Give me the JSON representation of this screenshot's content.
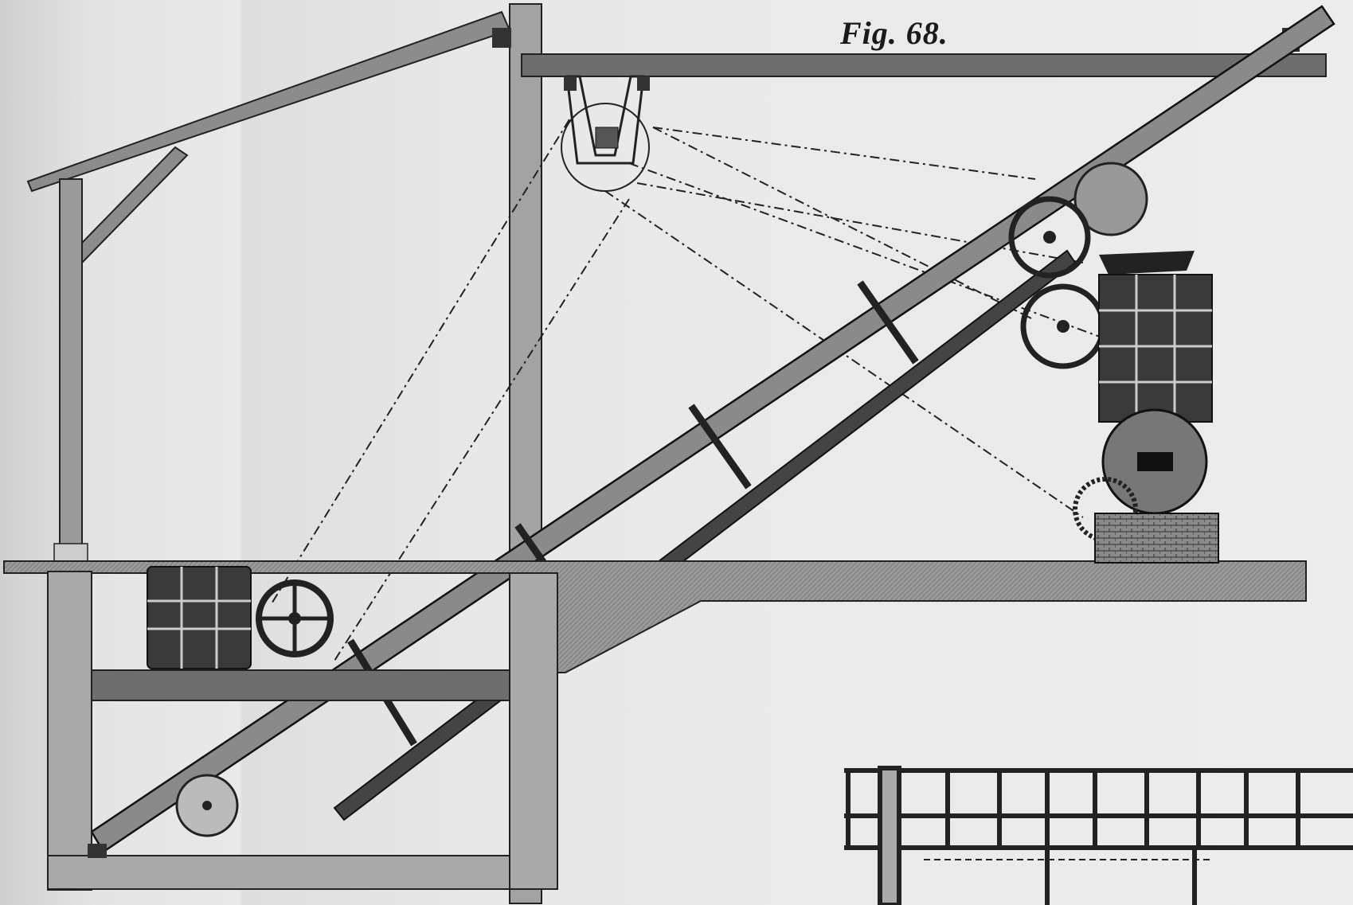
{
  "figure": {
    "caption": "Fig. 68.",
    "type": "engineering illustration",
    "description": "Inclined conveyor elevator carrying material from a machine in a lower pit up to a machine on the upper floor, driven by belts from an overhead countershaft pulley"
  },
  "colors": {
    "paper": "#e8e8e8",
    "ink": "#1a1a1a",
    "wall_fill": "#a9a9a9",
    "beam_fill": "#6e6e6e"
  }
}
